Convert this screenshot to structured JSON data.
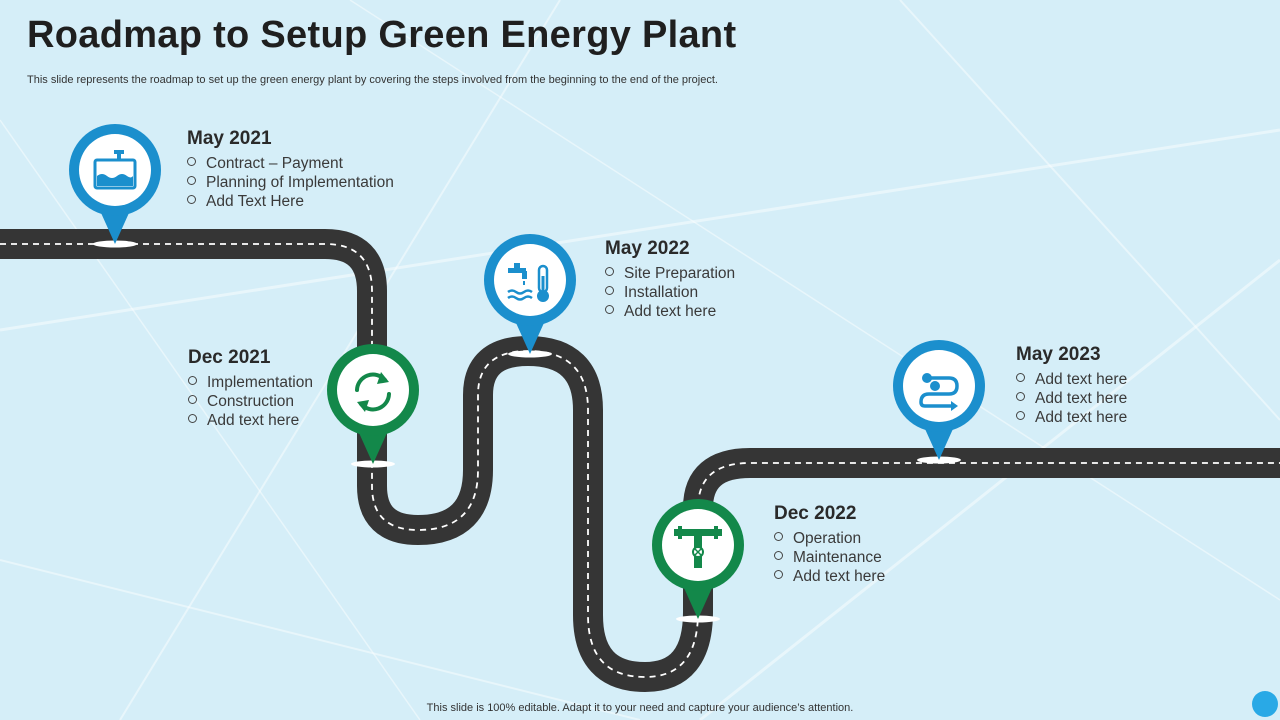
{
  "title": "Roadmap to Setup Green Energy Plant",
  "subtitle": "This slide represents the roadmap to set up the green energy plant by covering the steps involved from the beginning to the end of the project.",
  "footer": "This slide is 100% editable. Adapt it to your need and capture your audience’s attention.",
  "colors": {
    "blue": "#1b8fcd",
    "green": "#13884a",
    "road": "#353535",
    "background": "#d5eef8"
  },
  "milestones": [
    {
      "date": "May 2021",
      "items": [
        "Contract – Payment",
        "Planning of Implementation",
        "Add Text Here"
      ],
      "icon": "water-tank-icon",
      "color": "blue"
    },
    {
      "date": "Dec 2021",
      "items": [
        "Implementation",
        "Construction",
        "Add text here"
      ],
      "icon": "recycle-arrows-icon",
      "color": "green"
    },
    {
      "date": "May 2022",
      "items": [
        "Site Preparation",
        "Installation",
        "Add text here"
      ],
      "icon": "faucet-thermometer-icon",
      "color": "blue"
    },
    {
      "date": "Dec 2022",
      "items": [
        "Operation",
        "Maintenance",
        "Add text here"
      ],
      "icon": "pipe-valve-icon",
      "color": "green"
    },
    {
      "date": "May 2023",
      "items": [
        "Add text here",
        "Add text here",
        "Add text here"
      ],
      "icon": "hydrogen-molecule-icon",
      "color": "blue"
    }
  ]
}
